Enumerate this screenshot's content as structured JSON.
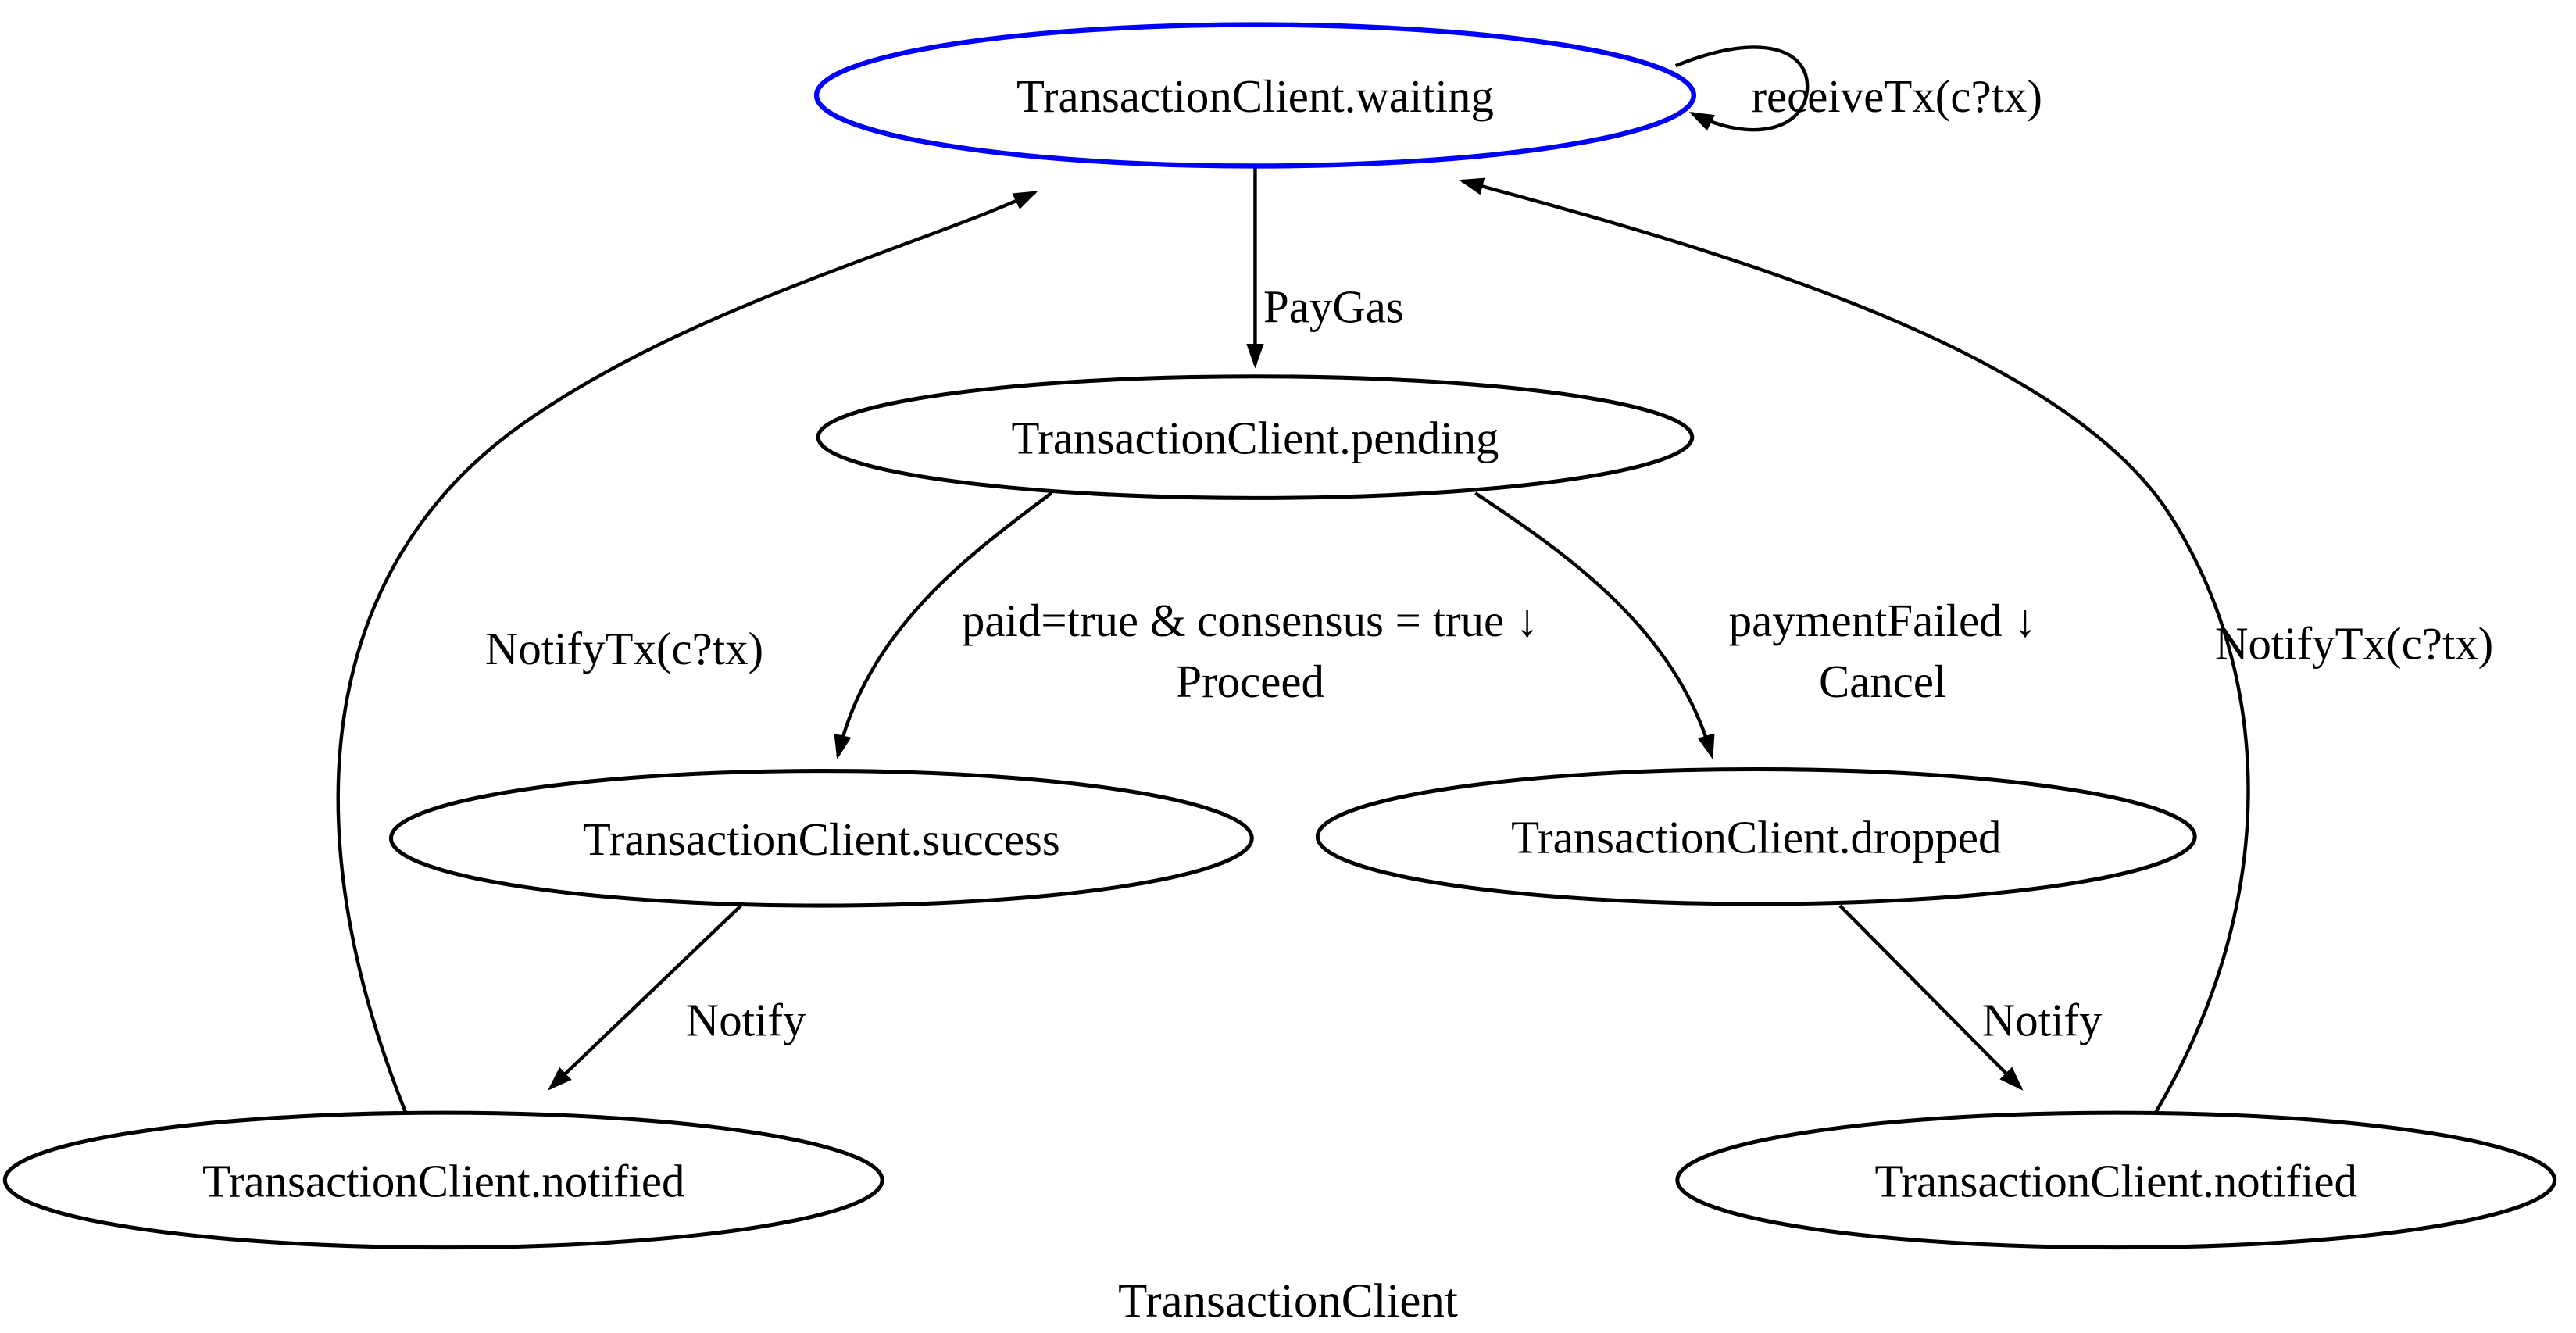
{
  "diagram": {
    "title": "TransactionClient",
    "states": [
      {
        "id": "waiting",
        "label": "TransactionClient.waiting",
        "stroke": "#0000ff"
      },
      {
        "id": "pending",
        "label": "TransactionClient.pending",
        "stroke": "#000000"
      },
      {
        "id": "success",
        "label": "TransactionClient.success",
        "stroke": "#000000"
      },
      {
        "id": "dropped",
        "label": "TransactionClient.dropped",
        "stroke": "#000000"
      },
      {
        "id": "notified-left",
        "label": "TransactionClient.notified",
        "stroke": "#000000"
      },
      {
        "id": "notified-right",
        "label": "TransactionClient.notified",
        "stroke": "#000000"
      }
    ],
    "edges": [
      {
        "id": "receive-tx-self-loop",
        "from": "waiting",
        "to": "waiting",
        "label": "receiveTx(c?tx)"
      },
      {
        "id": "pay-gas",
        "from": "waiting",
        "to": "pending",
        "label": "PayGas"
      },
      {
        "id": "proceed",
        "from": "pending",
        "to": "success",
        "label_line1": "paid=true & consensus = true ↓",
        "label_line2": "Proceed"
      },
      {
        "id": "cancel",
        "from": "pending",
        "to": "dropped",
        "label_line1": "paymentFailed ↓",
        "label_line2": "Cancel"
      },
      {
        "id": "notify-left",
        "from": "success",
        "to": "notified-left",
        "label": "Notify"
      },
      {
        "id": "notify-right",
        "from": "dropped",
        "to": "notified-right",
        "label": "Notify"
      },
      {
        "id": "notify-tx-left",
        "from": "notified-left",
        "to": "waiting",
        "label": "NotifyTx(c?tx)"
      },
      {
        "id": "notify-tx-right",
        "from": "notified-right",
        "to": "waiting",
        "label": "NotifyTx(c?tx)"
      }
    ],
    "colors": {
      "background": "#ffffff",
      "edge": "#000000",
      "text": "#000000",
      "highlight": "#0000ff",
      "state_stroke": "#000000"
    }
  }
}
